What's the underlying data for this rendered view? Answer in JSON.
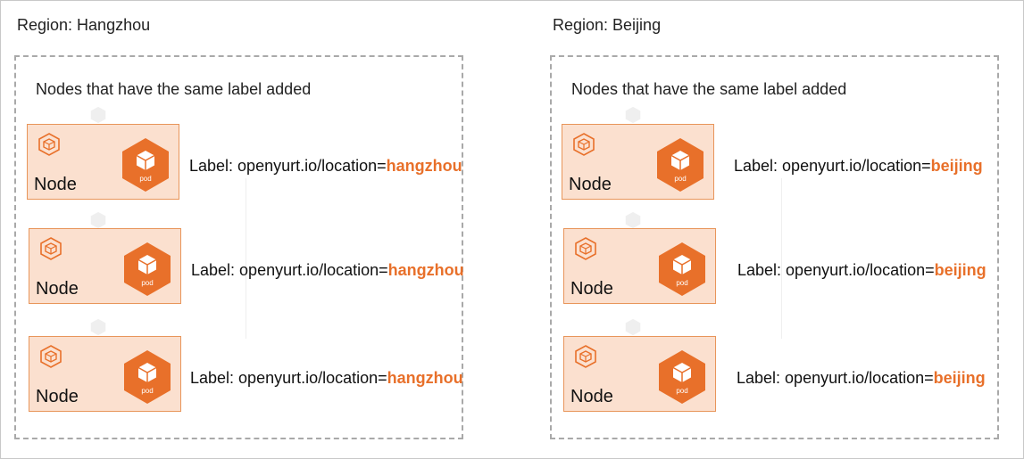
{
  "regions": [
    {
      "title": "Region: Hangzhou",
      "group_title": "Nodes that have the same label added",
      "nodes": [
        {
          "label": "Node",
          "pod": "pod",
          "label_prefix": "Label: openyurt.io/location=",
          "label_value": "hangzhou"
        },
        {
          "label": "Node",
          "pod": "pod",
          "label_prefix": "Label: openyurt.io/location=",
          "label_value": "hangzhou"
        },
        {
          "label": "Node",
          "pod": "pod",
          "label_prefix": "Label: openyurt.io/location=",
          "label_value": "hangzhou"
        }
      ]
    },
    {
      "title": "Region: Beijing",
      "group_title": "Nodes that have the same label added",
      "nodes": [
        {
          "label": "Node",
          "pod": "pod",
          "label_prefix": "Label: openyurt.io/location=",
          "label_value": "beijing"
        },
        {
          "label": "Node",
          "pod": "pod",
          "label_prefix": "Label: openyurt.io/location=",
          "label_value": "beijing"
        },
        {
          "label": "Node",
          "pod": "pod",
          "label_prefix": "Label: openyurt.io/location=",
          "label_value": "beijing"
        }
      ]
    }
  ],
  "colors": {
    "accent": "#e8702a",
    "node_fill": "#fbe0cf",
    "node_border": "#e8955a",
    "dashed_border": "#a9a9a9"
  },
  "icons": {
    "node": "node-cube-icon",
    "pod": "pod-hexagon-icon"
  }
}
